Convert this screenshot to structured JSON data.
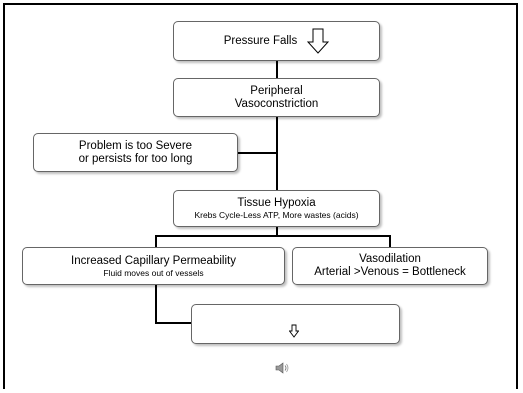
{
  "diagram": {
    "nodes": {
      "pressure_falls": {
        "label": "Pressure Falls",
        "icon": "down-arrow-outline-icon"
      },
      "peripheral_vasoconstriction": {
        "line1": "Peripheral",
        "line2": "Vasoconstriction"
      },
      "problem_severe": {
        "line1": "Problem is too Severe",
        "line2": "or persists for too long"
      },
      "tissue_hypoxia": {
        "title": "Tissue Hypoxia",
        "subtitle": "Krebs Cycle-Less ATP, More wastes (acids)"
      },
      "increased_permeability": {
        "title": "Increased Capillary Permeability",
        "subtitle": "Fluid moves out of vessels"
      },
      "vasodilation": {
        "title": "Vasodilation",
        "subtitle": "Arterial >Venous = Bottleneck"
      },
      "empty_box": {
        "label": "",
        "icon": "small-down-arrow-icon"
      }
    },
    "footer_icon": "speaker-icon",
    "colors": {
      "line": "#000000",
      "box_border": "#666666"
    }
  }
}
